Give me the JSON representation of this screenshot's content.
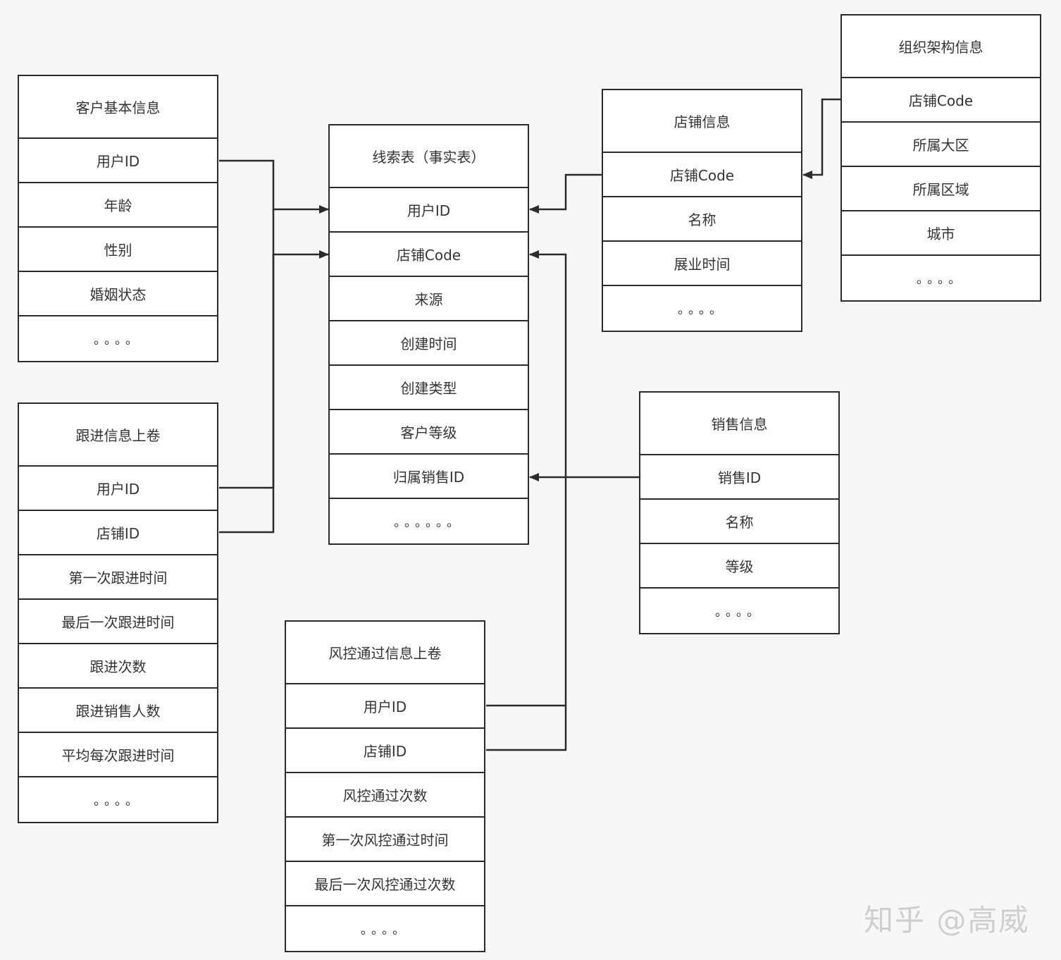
{
  "tables": {
    "customer": {
      "title": "客户基本信息",
      "fields": [
        "用户ID",
        "年龄",
        "性别",
        "婚姻状态",
        "。。。。"
      ]
    },
    "follow": {
      "title": "跟进信息上卷",
      "fields": [
        "用户ID",
        "店铺ID",
        "第一次跟进时间",
        "最后一次跟进时间",
        "跟进次数",
        "跟进销售人数",
        "平均每次跟进时间",
        "。。。。"
      ]
    },
    "lead": {
      "title": "线索表（事实表）",
      "fields": [
        "用户ID",
        "店铺Code",
        "来源",
        "创建时间",
        "创建类型",
        "客户等级",
        "归属销售ID",
        "。。。。。。"
      ]
    },
    "risk": {
      "title": "风控通过信息上卷",
      "fields": [
        "用户ID",
        "店铺ID",
        "风控通过次数",
        "第一次风控通过时间",
        "最后一次风控通过次数",
        "。。。。"
      ]
    },
    "store": {
      "title": "店铺信息",
      "fields": [
        "店铺Code",
        "名称",
        "展业时间",
        "。。。。"
      ]
    },
    "org": {
      "title": "组织架构信息",
      "fields": [
        "店铺Code",
        "所属大区",
        "所属区域",
        "城市",
        "。。。。"
      ]
    },
    "sales": {
      "title": "销售信息",
      "fields": [
        "销售ID",
        "名称",
        "等级",
        "。。。。"
      ]
    }
  },
  "watermark": "知乎 @高威"
}
